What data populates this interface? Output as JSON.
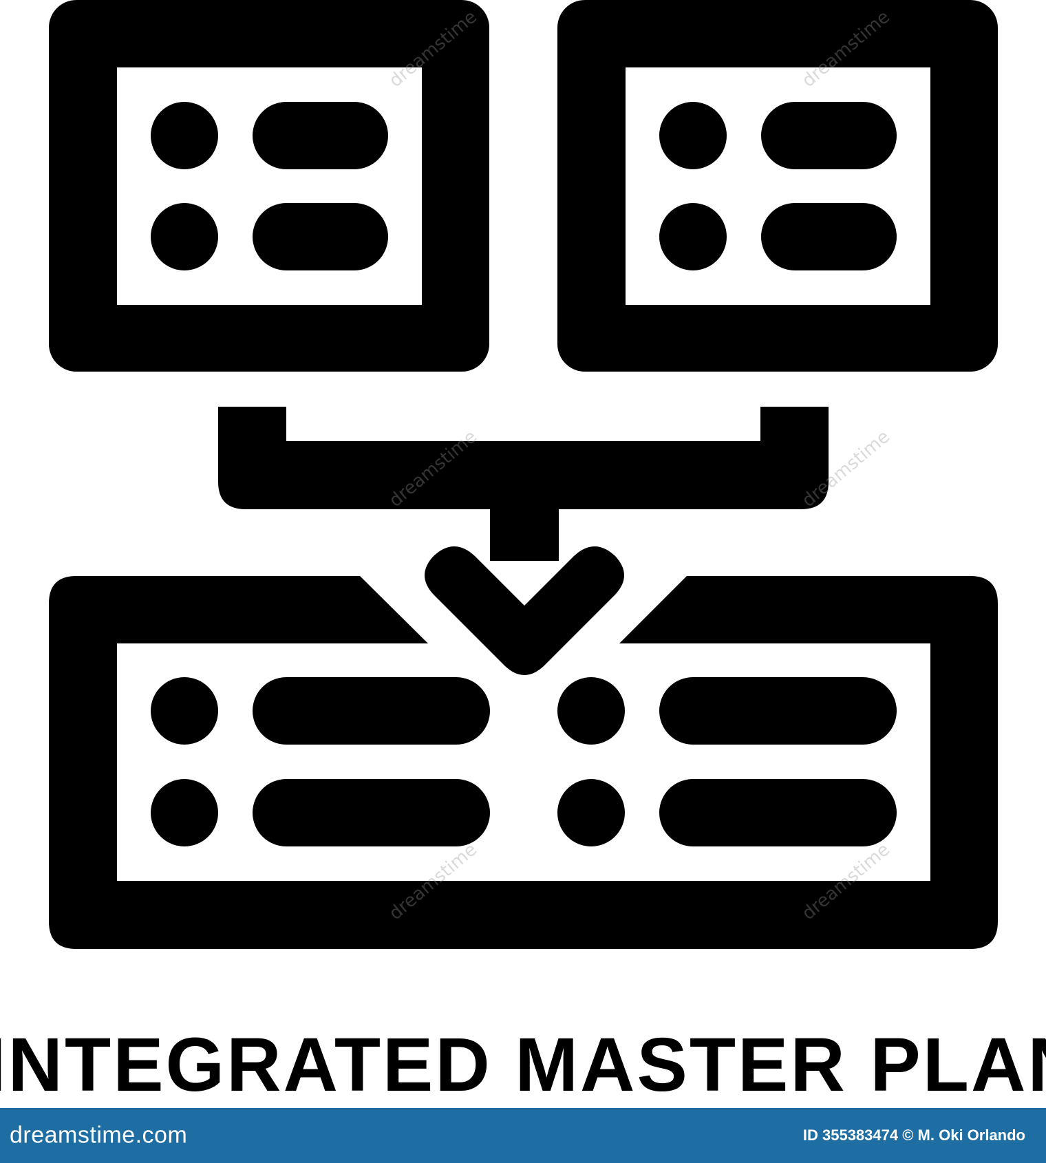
{
  "caption": "INTEGRATED MASTER PLAN",
  "footer": {
    "site": "dreamstime.com",
    "credit": "ID 355383474 © M. Oki Orlando"
  },
  "watermark": {
    "text": "dreamstime",
    "color": "#969696"
  },
  "colors": {
    "icon": "#000000",
    "background": "#ffffff",
    "footer_bar": "#1f6ea3"
  },
  "icon": {
    "name": "integrated-master-plan-icon"
  }
}
